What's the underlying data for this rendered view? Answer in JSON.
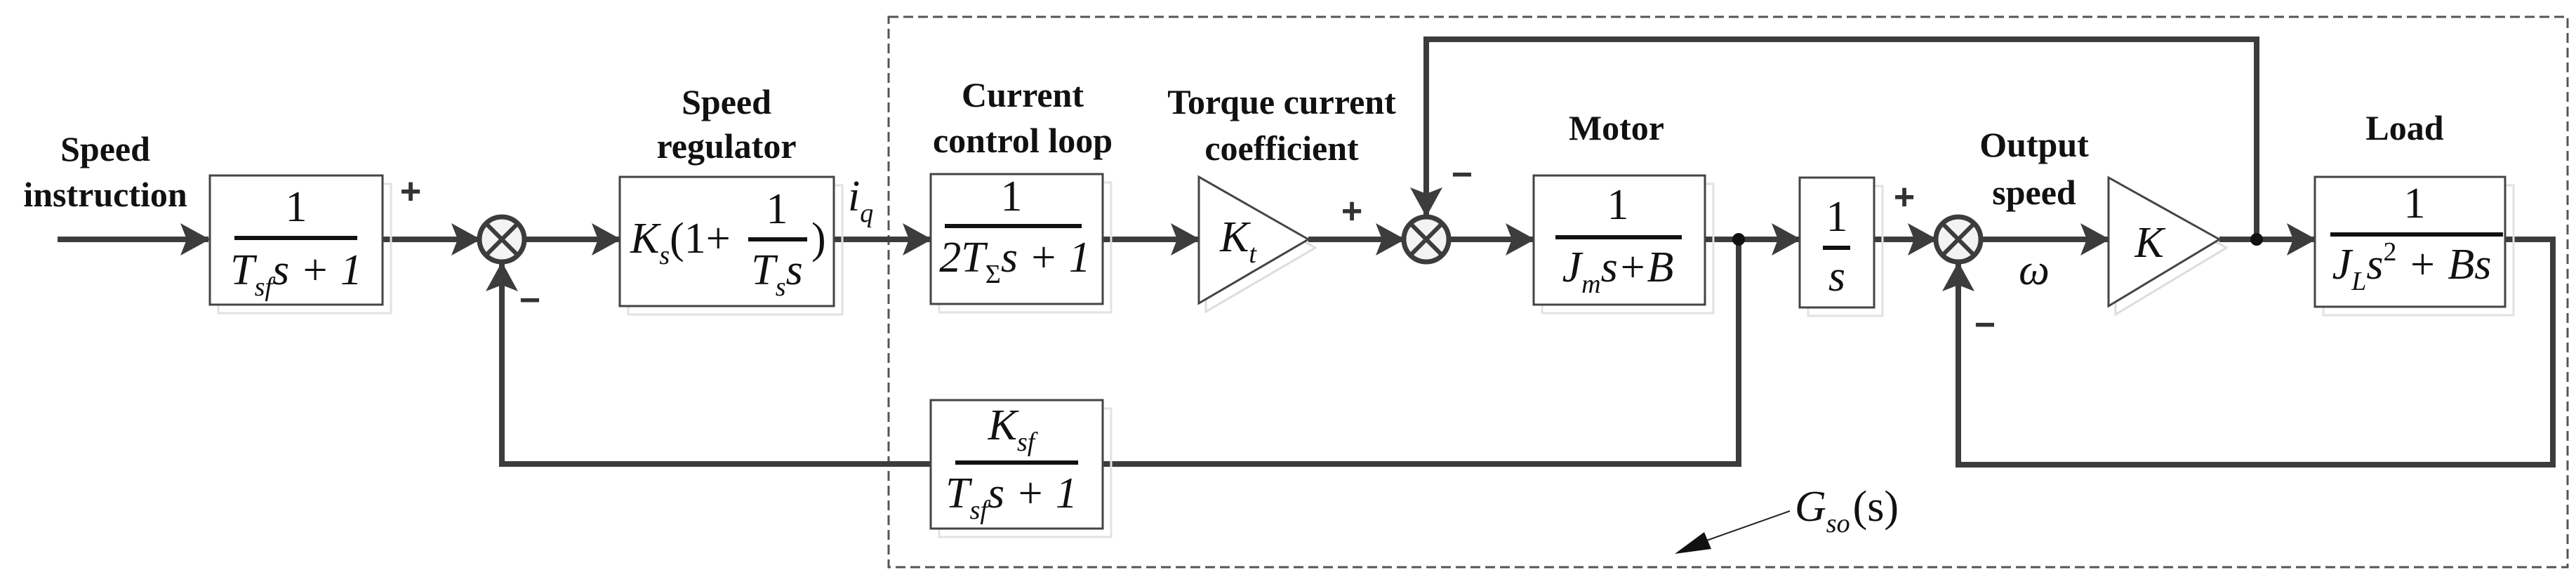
{
  "labels": {
    "speed_instruction": [
      "Speed",
      "instruction"
    ],
    "speed_regulator": [
      "Speed",
      "regulator"
    ],
    "current_control_loop": [
      "Current",
      "control loop"
    ],
    "torque_current_coefficient": [
      "Torque current",
      "coefficient"
    ],
    "motor": "Motor",
    "output_speed": [
      "Output",
      "speed"
    ],
    "load": "Load"
  },
  "signals": {
    "iq": {
      "main": "i",
      "sub": "q"
    },
    "omega": "ω",
    "gso": {
      "main": "G",
      "sub": "so",
      "arg": "(s)"
    }
  },
  "signs": {
    "plus": "+",
    "minus": "−"
  },
  "blocks": {
    "prefilter": {
      "num": "1",
      "den_main": "T",
      "den_sub": "sf",
      "den_rest": "s + 1"
    },
    "speed_regulator": {
      "k": "K",
      "k_sub": "s",
      "open": "(1+",
      "num": "1",
      "den_main": "T",
      "den_sub": "s",
      "den_rest": "s",
      "close": ")"
    },
    "current_loop": {
      "num": "1",
      "den_pre": "2T",
      "den_sub": "Σ",
      "den_rest": "s + 1"
    },
    "torque_gain": {
      "main": "K",
      "sub": "t"
    },
    "motor": {
      "num": "1",
      "den_main": "J",
      "den_sub": "m",
      "den_rest": "s+B"
    },
    "integrator": {
      "num": "1",
      "den": "s"
    },
    "gain": {
      "main": "K"
    },
    "load": {
      "num": "1",
      "den_main": "J",
      "den_sub": "L",
      "den_s": "s",
      "den_sup": "2",
      "den_rest": " + Bs"
    },
    "feedback": {
      "num_main": "K",
      "num_sub": "sf",
      "den_main": "T",
      "den_sub": "sf",
      "den_rest": "s + 1"
    }
  }
}
